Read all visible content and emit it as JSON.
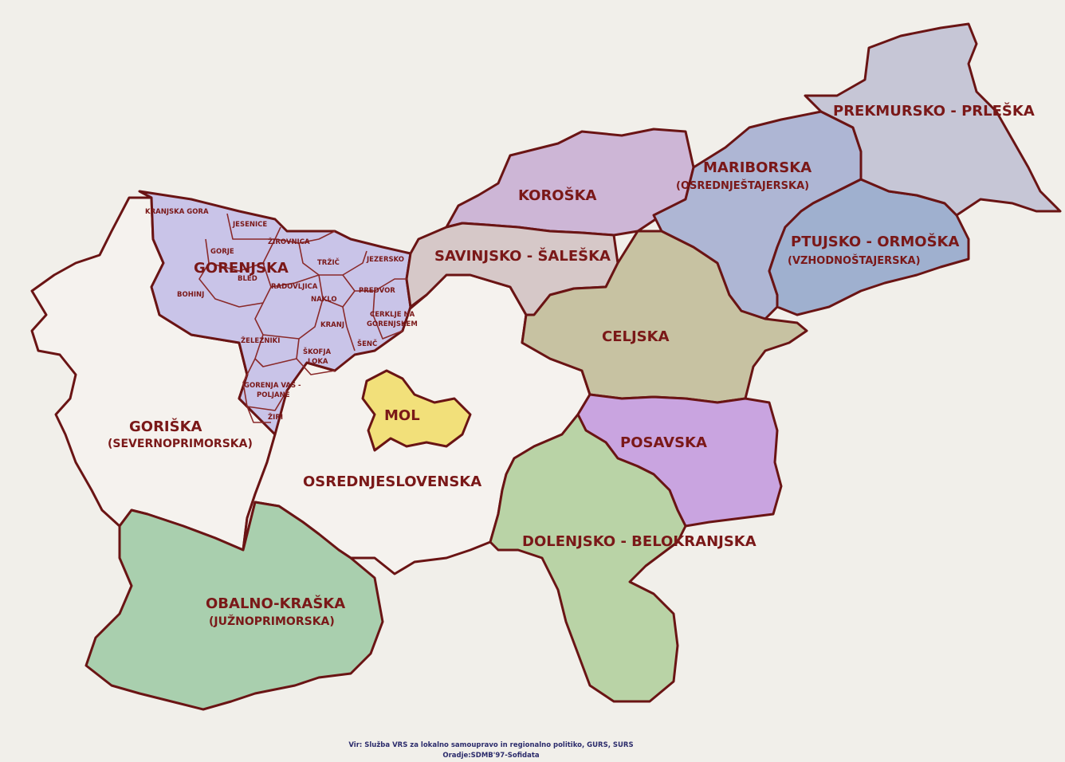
{
  "colors": {
    "border": "#6a1414",
    "label": "#7a1818",
    "background": "#f1efea",
    "gorenjska": "#c9c4e8",
    "koroska": "#cdb6d6",
    "savinjsko_saleska": "#d6c8c8",
    "celjska": "#c7c2a2",
    "mariborska": "#aeb6d4",
    "ptujsko_ormoska": "#9fb0cf",
    "prekmursko_prleska": "#c6c6d6",
    "posavska": "#c9a4e0",
    "dolenjsko_belokranjska": "#b9d3a6",
    "obalno_kraska": "#a9cfae",
    "goriska": "#f5f2ee",
    "osrednjeslovenska": "#f5f2ee",
    "mol": "#f2e07a"
  },
  "regions": {
    "gorenjska": "GORENJSKA",
    "goriska_line1": "GORIŠKA",
    "goriska_line2": "(SEVERNOPRIMORSKA)",
    "osrednjeslovenska": "OSREDNJESLOVENSKA",
    "mol": "MOL",
    "obalno_line1": "OBALNO-KRAŠKA",
    "obalno_line2": "(JUŽNOPRIMORSKA)",
    "koroska": "KOROŠKA",
    "savinjsko": "SAVINJSKO - ŠALEŠKA",
    "celjska": "CELJSKA",
    "posavska": "POSAVSKA",
    "dolenjsko": "DOLENJSKO - BELOKRANJSKA",
    "mariborska_line1": "MARIBORSKA",
    "mariborska_line2": "(OSREDNJEŠTAJERSKA)",
    "ptujsko_line1": "PTUJSKO - ORMOŠKA",
    "ptujsko_line2": "(VZHODNOŠTAJERSKA)",
    "prekmursko": "PREKMURSKO - PRLEŠKA"
  },
  "municipalities": {
    "kranjska_gora": "KRANJSKA GORA",
    "jesenice": "JESENICE",
    "zirovnica": "ŽIROVNICA",
    "gorje": "GORJE",
    "trzic": "TRŽIČ",
    "jezersko": "JEZERSKO",
    "bled": "BLED",
    "bohinj": "BOHINJ",
    "radovljica": "RADOVLJICA",
    "predvor": "PREDVOR",
    "naklo": "NAKLO",
    "cerklje_line1": "CERKLJE NA",
    "cerklje_line2": "GORENJSKEM",
    "kranj": "KRANJ",
    "zelezniki": "ŽELEZNIKI",
    "skofja_line1": "ŠKOFJA",
    "skofja_line2": "LOKA",
    "gorenja_line1": "GORENJA VAS -",
    "gorenja_line2": "POLJANE",
    "ziri": "ŽIRI",
    "sencur": "ŠENČ"
  },
  "source": {
    "line1": "Vir: Služba VRS za lokalno samoupravo in regionalno politiko, GURS, SURS",
    "line2": "Oradje:SDMB'97-Sofidata"
  }
}
